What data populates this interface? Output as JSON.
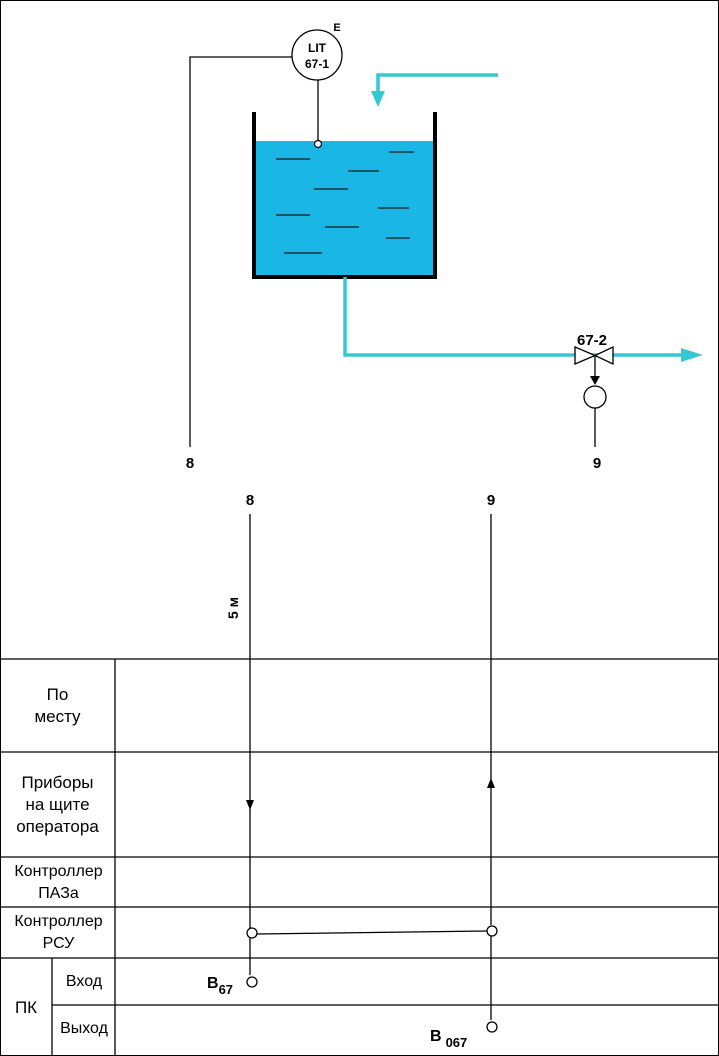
{
  "instrument": {
    "code": "LIT",
    "number": "67-1",
    "superscript": "E"
  },
  "valve": {
    "tag": "67-2"
  },
  "connections": {
    "line_8": "8",
    "line_9": "9"
  },
  "length_label": "5 м",
  "rows": {
    "local": "По\nместу",
    "panel": "Приборы\nна щите\nоператора",
    "paz": "Контроллер\nПАЗа",
    "rsu": "Контроллер\nРСУ",
    "pk": "ПК",
    "pk_in": "Вход",
    "pk_out": "Выход"
  },
  "signals": {
    "input_letter": "B",
    "input_sub": "67",
    "output_letter": "B",
    "output_sub": "067"
  },
  "colors": {
    "liquid": "#19b6e6",
    "pipe": "#33c8d4",
    "lines": "#000000"
  }
}
